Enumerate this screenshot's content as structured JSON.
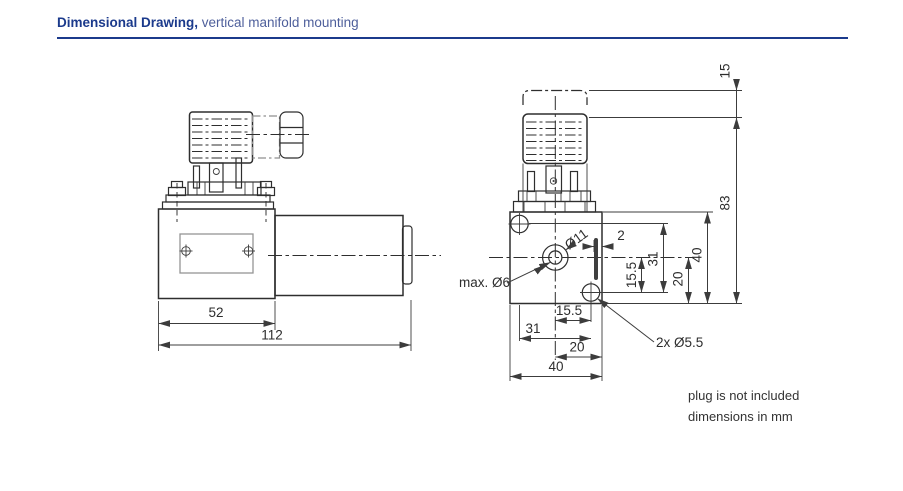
{
  "title": {
    "bold": "Dimensional Drawing,",
    "regular": " vertical manifold mounting"
  },
  "colors": {
    "accent": "#1b3a8c",
    "line": "#2e2e2e",
    "dim_text": "#2d2d2d"
  },
  "side_view": {
    "dim52": "52",
    "dim112": "112"
  },
  "front_view": {
    "dim15": "15",
    "dim83": "83",
    "dim40v": "40",
    "dim20v": "20",
    "dim31v": "31",
    "dim155v": "15.5",
    "dim2": "2",
    "dim155h": "15.5",
    "dim31h": "31",
    "dim20h": "20",
    "dim40h": "40",
    "labelPort": "Ø11",
    "labelMaxBore": "max. Ø6",
    "labelHoles": "2x Ø5.5"
  },
  "notes": {
    "line1": "plug is not included",
    "line2": "dimensions in mm"
  }
}
